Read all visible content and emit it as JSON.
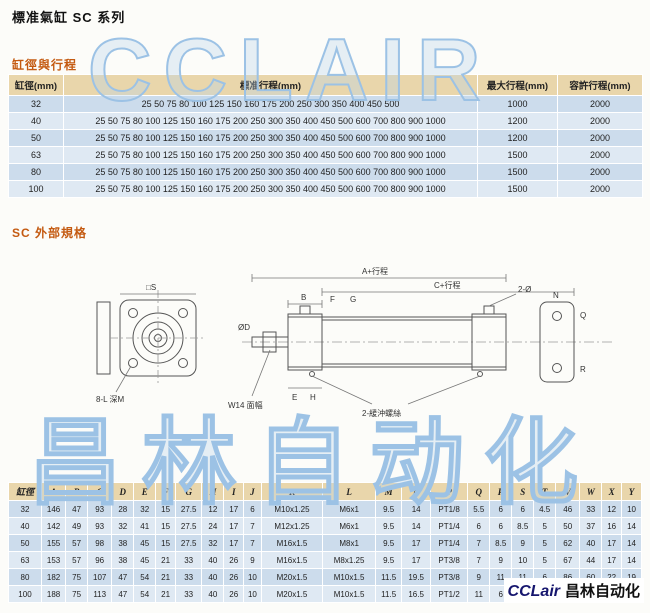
{
  "page": {
    "title": "標准氣缸 SC 系列",
    "watermark_top": "CCLAIR",
    "watermark_bottom": "昌林自动化",
    "logo": {
      "latin": "CCLair",
      "cjk": "昌林自动化"
    }
  },
  "colors": {
    "section_heading": "#c45a11",
    "table_header_bg": "#e9d6ab",
    "row_blue": "#ccdcec",
    "row_blue_light": "#dfe9f3",
    "watermark": "#9cc2e5"
  },
  "section1": {
    "heading": "缸徑與行程",
    "table": {
      "headers": [
        "缸徑(mm)",
        "標准行程(mm)",
        "最大行程(mm)",
        "容許行程(mm)"
      ],
      "rows": [
        {
          "bore": "32",
          "strokes": "25 50 75 80 100 125 150 160 175 200 250 300 350 400 450 500",
          "max": "1000",
          "allow": "2000"
        },
        {
          "bore": "40",
          "strokes": "25 50 75 80 100 125 150 160 175 200 250 300 350 400 450 500 600 700 800 900 1000",
          "max": "1200",
          "allow": "2000"
        },
        {
          "bore": "50",
          "strokes": "25 50 75 80 100 125 150 160 175 200 250 300 350 400 450 500 600 700 800 900 1000",
          "max": "1200",
          "allow": "2000"
        },
        {
          "bore": "63",
          "strokes": "25 50 75 80 100 125 150 160 175 200 250 300 350 400 450 500 600 700 800 900 1000",
          "max": "1500",
          "allow": "2000"
        },
        {
          "bore": "80",
          "strokes": "25 50 75 80 100 125 150 160 175 200 250 300 350 400 450 500 600 700 800 900 1000",
          "max": "1500",
          "allow": "2000"
        },
        {
          "bore": "100",
          "strokes": "25 50 75 80 100 125 150 160 175 200 250 300 350 400 450 500 600 700 800 900 1000",
          "max": "1500",
          "allow": "2000"
        }
      ]
    }
  },
  "section2": {
    "heading": "SC 外部規格",
    "drawing": {
      "labels": {
        "square": "□S",
        "bolt_holes": "8-L 深M",
        "dim_a": "A+行程",
        "dim_c": "C+行程",
        "dim_b": "B",
        "dim_e": "E",
        "dim_f": "F",
        "dim_g": "G",
        "dim_h": "H",
        "dim_d": "ØD",
        "rod_flats": "W14 面幅",
        "cushion": "2-緩沖螺絲",
        "holes2": "2-Ø",
        "dim_n": "N",
        "dim_q": "Q",
        "dim_r": "R"
      }
    },
    "table": {
      "headers": [
        "缸徑",
        "A",
        "B",
        "C",
        "D",
        "E",
        "F",
        "G",
        "H",
        "I",
        "J",
        "K",
        "L",
        "M",
        "N",
        "P",
        "Q",
        "R",
        "S",
        "T",
        "V",
        "W",
        "X",
        "Y"
      ],
      "rows": [
        {
          "bore": "32",
          "values": [
            "146",
            "47",
            "93",
            "28",
            "32",
            "15",
            "27.5",
            "12",
            "17",
            "6",
            "M10x1.25",
            "M6x1",
            "9.5",
            "14",
            "PT1/8",
            "5.5",
            "6",
            "6",
            "4.5",
            "46",
            "33",
            "12",
            "10"
          ]
        },
        {
          "bore": "40",
          "values": [
            "142",
            "49",
            "93",
            "32",
            "41",
            "15",
            "27.5",
            "24",
            "17",
            "7",
            "M12x1.25",
            "M6x1",
            "9.5",
            "14",
            "PT1/4",
            "6",
            "6",
            "8.5",
            "5",
            "50",
            "37",
            "16",
            "14"
          ]
        },
        {
          "bore": "50",
          "values": [
            "155",
            "57",
            "98",
            "38",
            "45",
            "15",
            "27.5",
            "32",
            "17",
            "7",
            "M16x1.5",
            "M8x1",
            "9.5",
            "17",
            "PT1/4",
            "7",
            "8.5",
            "9",
            "5",
            "62",
            "40",
            "17",
            "14"
          ]
        },
        {
          "bore": "63",
          "values": [
            "153",
            "57",
            "96",
            "38",
            "45",
            "21",
            "33",
            "40",
            "26",
            "9",
            "M16x1.5",
            "M8x1.25",
            "9.5",
            "17",
            "PT3/8",
            "7",
            "9",
            "10",
            "5",
            "67",
            "44",
            "17",
            "14"
          ]
        },
        {
          "bore": "80",
          "values": [
            "182",
            "75",
            "107",
            "47",
            "54",
            "21",
            "33",
            "40",
            "26",
            "10",
            "M20x1.5",
            "M10x1.5",
            "11.5",
            "19.5",
            "PT3/8",
            "9",
            "11",
            "11",
            "6",
            "86",
            "60",
            "22",
            "19"
          ]
        },
        {
          "bore": "100",
          "values": [
            "188",
            "75",
            "113",
            "47",
            "54",
            "21",
            "33",
            "40",
            "26",
            "10",
            "M20x1.5",
            "M10x1.5",
            "11.5",
            "16.5",
            "PT1/2",
            "11",
            "6",
            "12",
            "6",
            "112",
            "84",
            "44",
            "22"
          ]
        }
      ]
    }
  }
}
